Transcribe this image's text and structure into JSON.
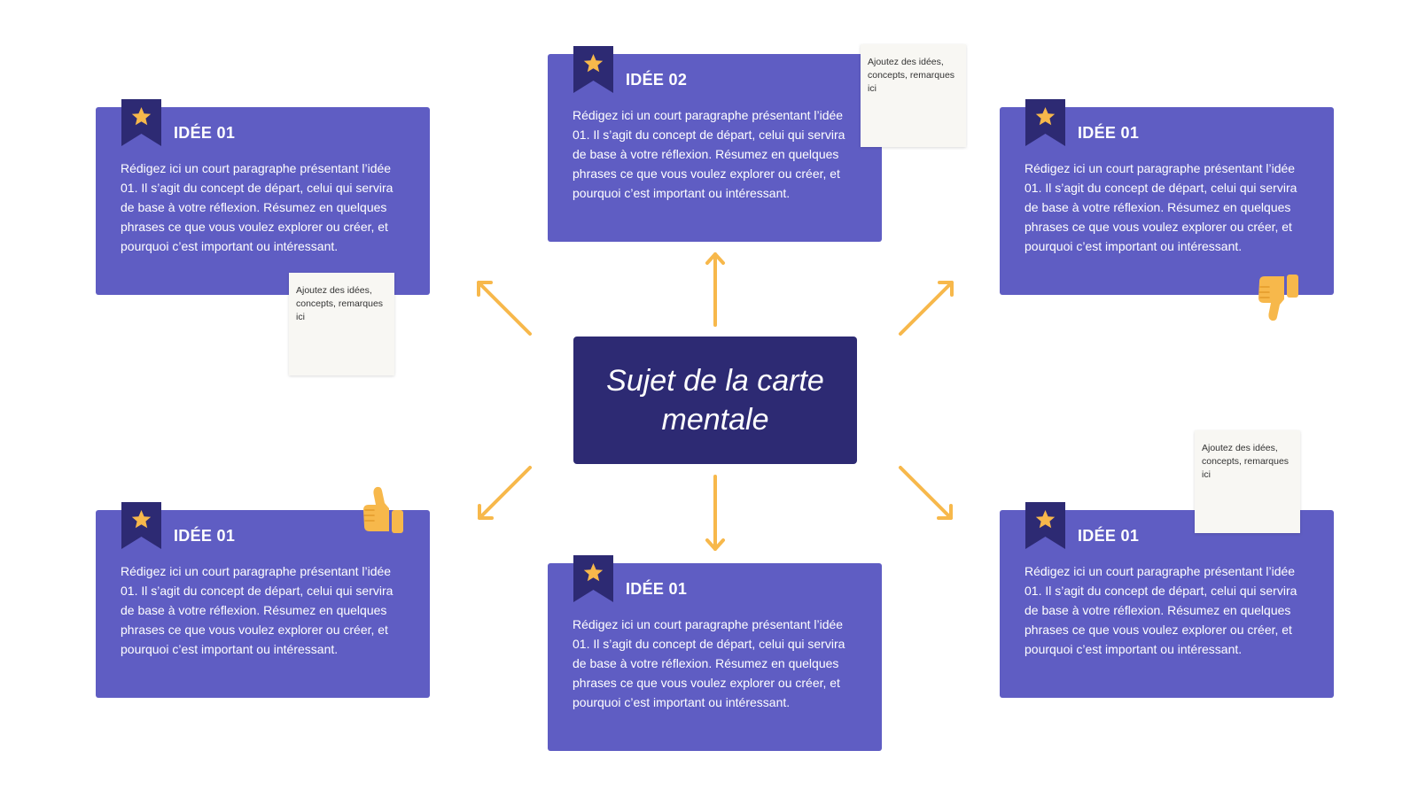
{
  "center": {
    "title": "Sujet de la carte mentale"
  },
  "cards": [
    {
      "id": "top-left",
      "title": "IDÉE 01",
      "text": "Rédigez ici un court paragraphe présentant l’idée 01. Il s’agit du concept de départ, celui qui servira de base à votre réflexion. Résumez en quelques phrases ce que vous voulez explorer ou créer, et pourquoi c’est important ou intéressant."
    },
    {
      "id": "top-center",
      "title": "IDÉE 02",
      "text": "Rédigez ici un court paragraphe présentant l’idée 01. Il s’agit du concept de départ, celui qui servira de base à votre réflexion. Résumez en quelques phrases ce que vous voulez explorer ou créer, et pourquoi c’est important ou intéressant."
    },
    {
      "id": "top-right",
      "title": "IDÉE 01",
      "text": "Rédigez ici un court paragraphe présentant l’idée 01. Il s’agit du concept de départ, celui qui servira de base à votre réflexion. Résumez en quelques phrases ce que vous voulez explorer ou créer, et pourquoi c’est important ou intéressant."
    },
    {
      "id": "bottom-left",
      "title": "IDÉE 01",
      "text": "Rédigez ici un court paragraphe présentant l’idée 01. Il s’agit du concept de départ, celui qui servira de base à votre réflexion. Résumez en quelques phrases ce que vous voulez explorer ou créer, et pourquoi c’est important ou intéressant."
    },
    {
      "id": "bottom-center",
      "title": "IDÉE 01",
      "text": "Rédigez ici un court paragraphe présentant l’idée 01. Il s’agit du concept de départ, celui qui servira de base à votre réflexion. Résumez en quelques phrases ce que vous voulez explorer ou créer, et pourquoi c’est important ou intéressant."
    },
    {
      "id": "bottom-right",
      "title": "IDÉE 01",
      "text": "Rédigez ici un court paragraphe présentant l’idée 01. Il s’agit du concept de départ, celui qui servira de base à votre réflexion. Résumez en quelques phrases ce que vous voulez explorer ou créer, et pourquoi c’est important ou intéressant."
    }
  ],
  "notes": [
    {
      "id": "note-top-center",
      "text": "Ajoutez des idées, concepts, remarques ici"
    },
    {
      "id": "note-top-left",
      "text": "Ajoutez des idées, concepts, remarques ici"
    },
    {
      "id": "note-bottom-right",
      "text": "Ajoutez des idées, concepts, remarques ici"
    }
  ],
  "icons": {
    "bookmark": "bookmark-star-icon",
    "thumbs_up": "thumbs-up-icon",
    "thumbs_down": "thumbs-down-icon",
    "arrow": "arrow-icon"
  },
  "colors": {
    "card": "#5f5dc3",
    "center": "#2d2a73",
    "bookmark": "#2d2a73",
    "star": "#f7b84b",
    "arrow": "#f7b84b",
    "note": "#f8f7f3"
  }
}
